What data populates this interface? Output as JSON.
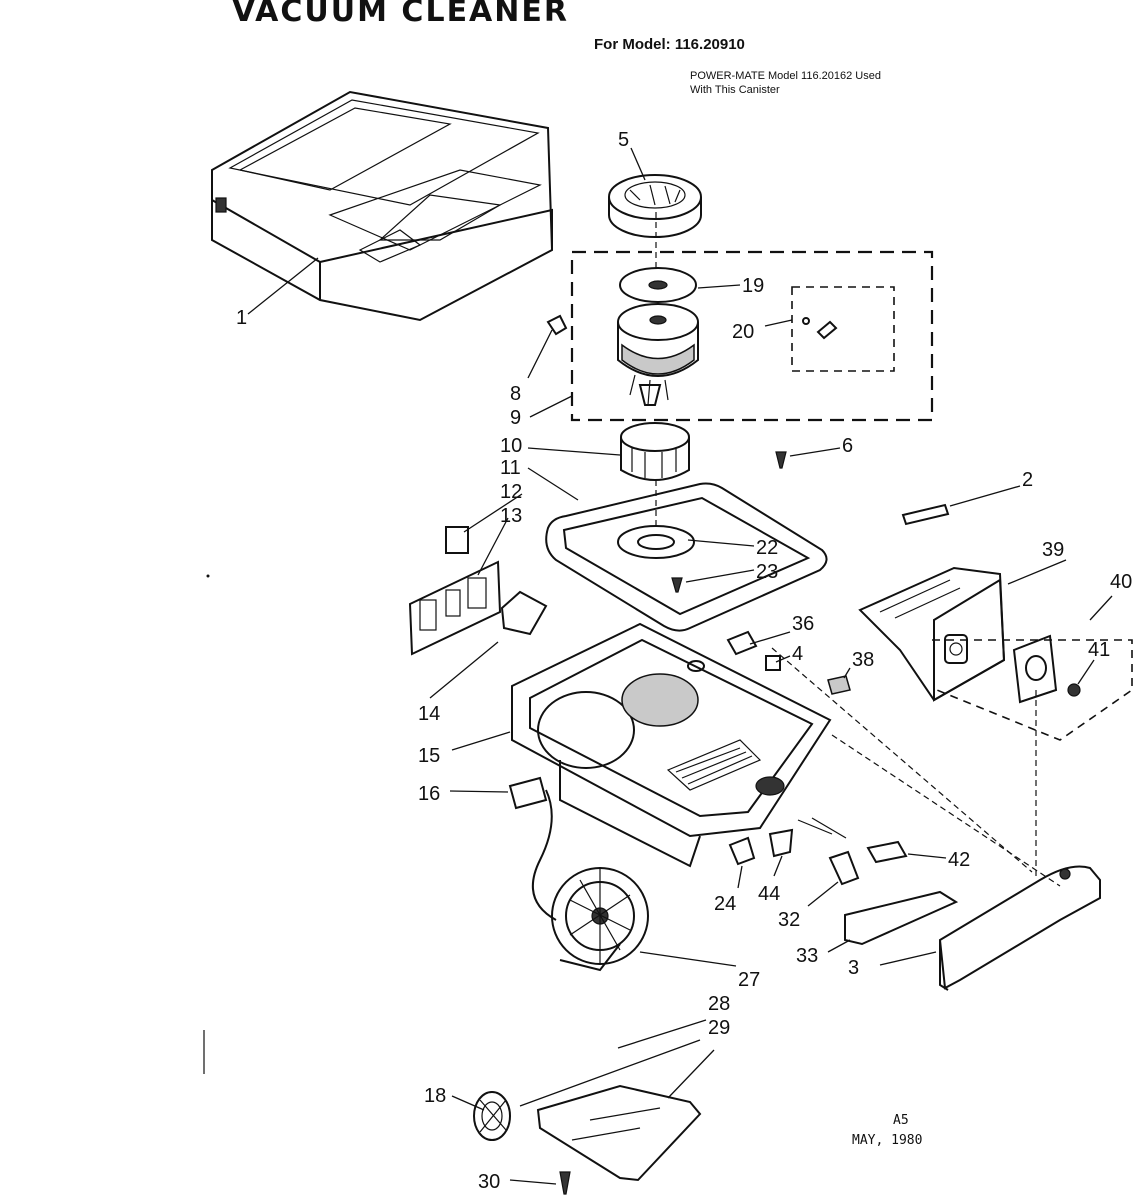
{
  "header": {
    "title": "VACUUM CLEANER",
    "model": "For Model: 116.20910",
    "note_line1": "POWER-MATE Model 116.20162 Used",
    "note_line2": "With This Canister"
  },
  "stamp": {
    "code": "A5",
    "date": "MAY, 1980"
  },
  "callouts": [
    {
      "label": "1"
    },
    {
      "label": "2"
    },
    {
      "label": "3"
    },
    {
      "label": "4"
    },
    {
      "label": "5"
    },
    {
      "label": "6"
    },
    {
      "label": "8"
    },
    {
      "label": "9"
    },
    {
      "label": "10"
    },
    {
      "label": "11"
    },
    {
      "label": "12"
    },
    {
      "label": "13"
    },
    {
      "label": "14"
    },
    {
      "label": "15"
    },
    {
      "label": "16"
    },
    {
      "label": "18"
    },
    {
      "label": "19"
    },
    {
      "label": "20"
    },
    {
      "label": "22"
    },
    {
      "label": "23"
    },
    {
      "label": "24"
    },
    {
      "label": "27"
    },
    {
      "label": "28"
    },
    {
      "label": "29"
    },
    {
      "label": "30"
    },
    {
      "label": "32"
    },
    {
      "label": "33"
    },
    {
      "label": "36"
    },
    {
      "label": "38"
    },
    {
      "label": "39"
    },
    {
      "label": "40"
    },
    {
      "label": "41"
    },
    {
      "label": "42"
    },
    {
      "label": "44"
    }
  ]
}
